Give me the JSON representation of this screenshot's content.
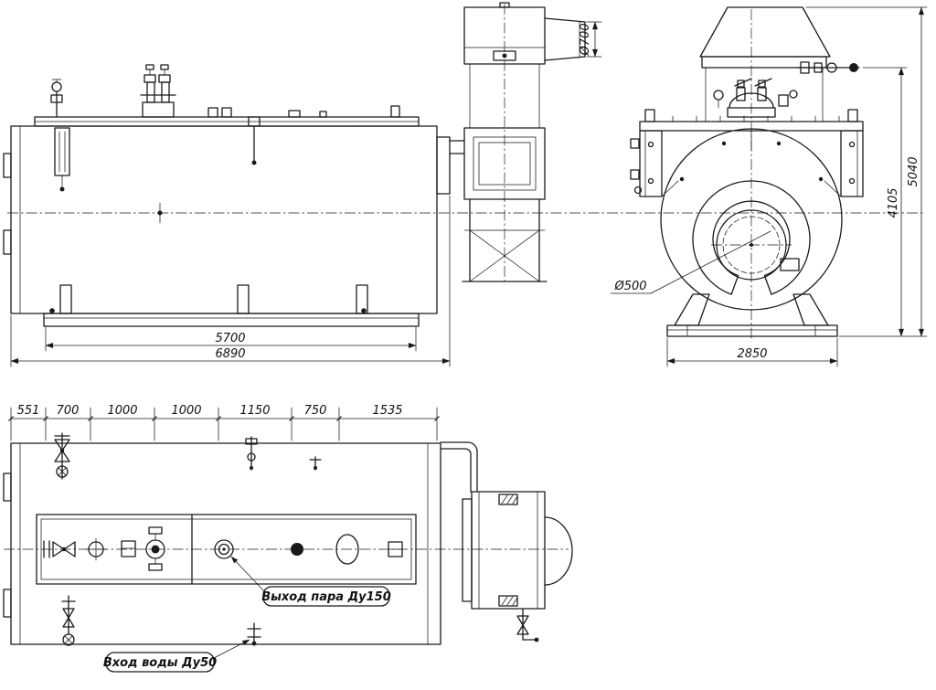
{
  "ink_color": "#1a1a1a",
  "background_color": "#ffffff",
  "dimensions": {
    "stack_diameter": "Ø700",
    "overall_height": "5040",
    "shell_height": "4105",
    "front_opening_diameter": "Ø500",
    "front_width": "2850",
    "support_span": "5700",
    "overall_length": "6890",
    "plan_chain": [
      "551",
      "700",
      "1000",
      "1000",
      "1150",
      "750",
      "1535"
    ]
  },
  "callouts": {
    "steam_outlet": "Выход пара Ду150",
    "water_inlet": "Вход воды Ду50"
  }
}
